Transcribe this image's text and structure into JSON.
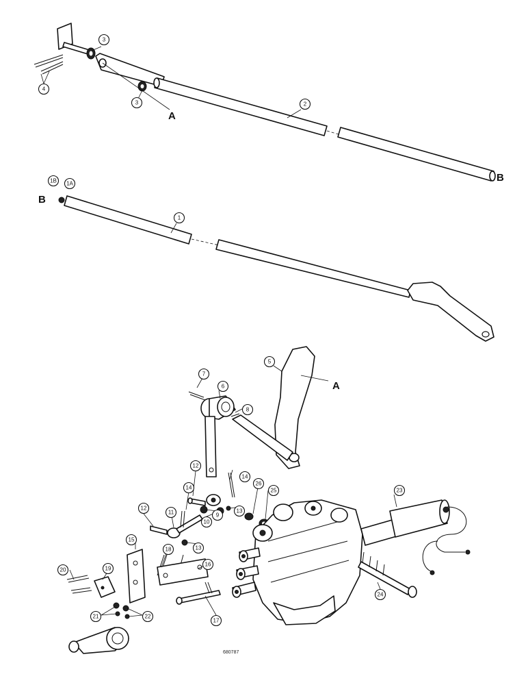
{
  "callouts": {
    "c1": "1",
    "c1a": "1A",
    "c1b": "1B",
    "c2": "2",
    "c3a": "3",
    "c3b": "3",
    "c4": "4",
    "c5": "5",
    "c6": "6",
    "c7": "7",
    "c8": "8",
    "c9": "9",
    "c10": "10",
    "c11": "11",
    "c12a": "12",
    "c12b": "12",
    "c13a": "13",
    "c13b": "13",
    "c14a": "14",
    "c14b": "14",
    "c15": "15",
    "c16": "16",
    "c17": "17",
    "c18": "18",
    "c19": "19",
    "c20": "20",
    "c21": "21",
    "c22": "22",
    "c23": "23",
    "c24": "24",
    "c25": "25",
    "c26": "26"
  },
  "letters": {
    "a_top": "A",
    "b_top": "B",
    "b_mid": "B",
    "a_low": "A"
  },
  "reference_number": "680787"
}
